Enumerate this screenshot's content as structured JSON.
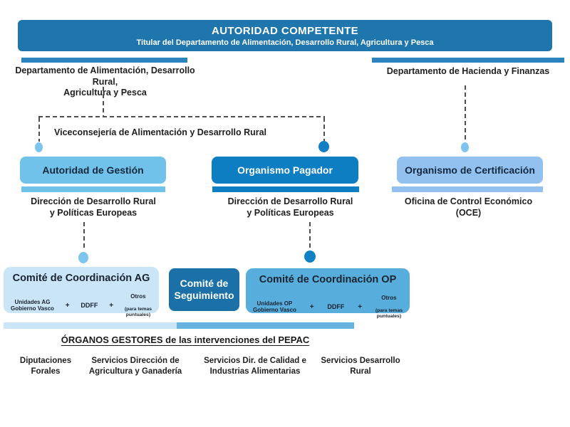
{
  "header": {
    "title": "AUTORIDAD COMPETENTE",
    "subtitle": "Titular del Departamento de Alimentación, Desarrollo Rural, Agricultura y Pesca"
  },
  "departments": {
    "left": "Departamento de Alimentación, Desarrollo Rural,\nAgricultura y Pesca",
    "right": "Departamento de Hacienda y Finanzas"
  },
  "viceconsejeria_label": "Viceconsejería de Alimentación y Desarrollo Rural",
  "authorities": [
    {
      "title": "Autoridad de Gestión",
      "subtitle": "Dirección de Desarrollo Rural\ny Políticas Europeas"
    },
    {
      "title": "Organismo Pagador",
      "subtitle": "Dirección de Desarrollo Rural\ny Políticas Europeas"
    },
    {
      "title": "Organismo de Certificación",
      "subtitle": "Oficina de Control Económico\n(OCE)"
    }
  ],
  "committees": {
    "plus_sign": "+",
    "coordination_ag": {
      "title": "Comité de Coordinación AG",
      "members": [
        {
          "name": "Unidades AG\nGobierno Vasco"
        },
        {
          "name": "DDFF"
        },
        {
          "name": "Otros",
          "note": "(para temas\npuntuales)"
        }
      ]
    },
    "seguimiento": {
      "title": "Comité de\nSeguimiento"
    },
    "coordination_op": {
      "title": "Comité de Coordinación OP",
      "members": [
        {
          "name": "Unidades OP\nGobierno Vasco"
        },
        {
          "name": "DDFF"
        },
        {
          "name": "Otros",
          "note": "(para temas\npuntuales)"
        }
      ]
    }
  },
  "organos_gestores": {
    "title": "ÓRGANOS GESTORES de las intervenciones del PEPAC",
    "items": [
      "Diputaciones\nForales",
      "Servicios Dirección de\nAgricultura y Ganadería",
      "Servicios Dir. de Calidad e\nIndustrias Alimentarias",
      "Servicios Desarrollo\nRural"
    ]
  },
  "colors": {
    "header_blue": "#1E76AC",
    "accent_bar_blue": "#2C84BE",
    "gestion_blue": "#70C2EA",
    "pagador_blue": "#0D7EC1",
    "certificacion_blue": "#92C1F0",
    "comite_ag_blue": "#C9E5F7",
    "seguimiento_blue": "#1B70A7",
    "comite_op_blue": "#57ADDC",
    "footer_bar_light": "#C9E5F7",
    "footer_bar_medium": "#67B3E0",
    "dot_light": "#7DC5EE",
    "dot_dark": "#1280C4",
    "dash_gray": "#4D4D4D"
  }
}
